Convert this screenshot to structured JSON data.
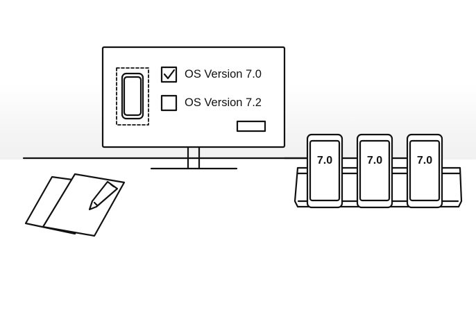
{
  "monitor": {
    "options": [
      {
        "label": "OS Version 7.0",
        "checked": true
      },
      {
        "label": "OS Version 7.2",
        "checked": false
      }
    ]
  },
  "devices": [
    {
      "version": "7.0"
    },
    {
      "version": "7.0"
    },
    {
      "version": "7.0"
    }
  ],
  "colors": {
    "stroke": "#111111",
    "background": "#ffffff",
    "shade": "#f1f1f1"
  }
}
